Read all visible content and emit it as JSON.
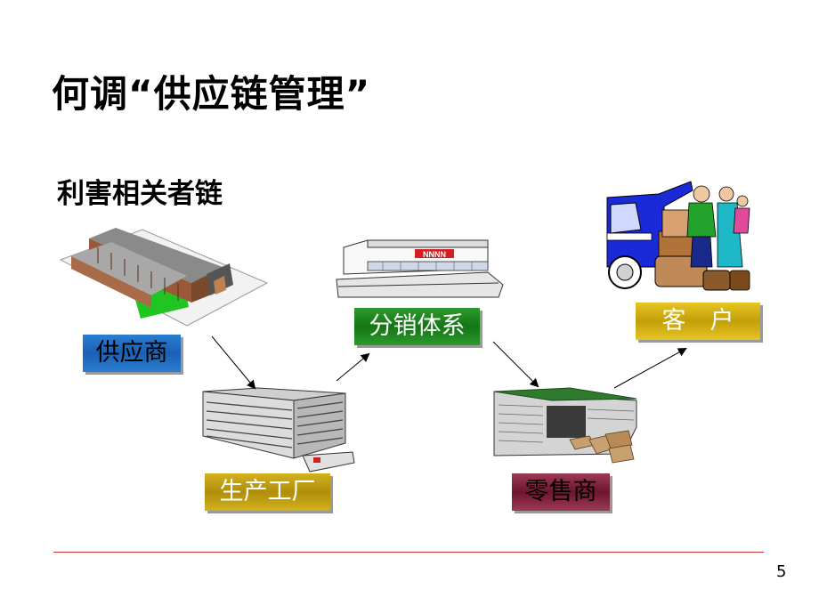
{
  "slide": {
    "title": "何调“供应链管理”",
    "subtitle": "利害相关者链",
    "page_number": "5"
  },
  "nodes": {
    "supplier": "供应商",
    "factory": "生产工厂",
    "distribution": "分销体系",
    "retailer": "零售商",
    "customer": "客　户"
  },
  "colors": {
    "supplier": "#1b5fb3",
    "factory": "#b08d0a",
    "distribution": "#147514",
    "retailer": "#6e1530",
    "customer": "#c39f08",
    "footer_line": "#cc3333"
  }
}
